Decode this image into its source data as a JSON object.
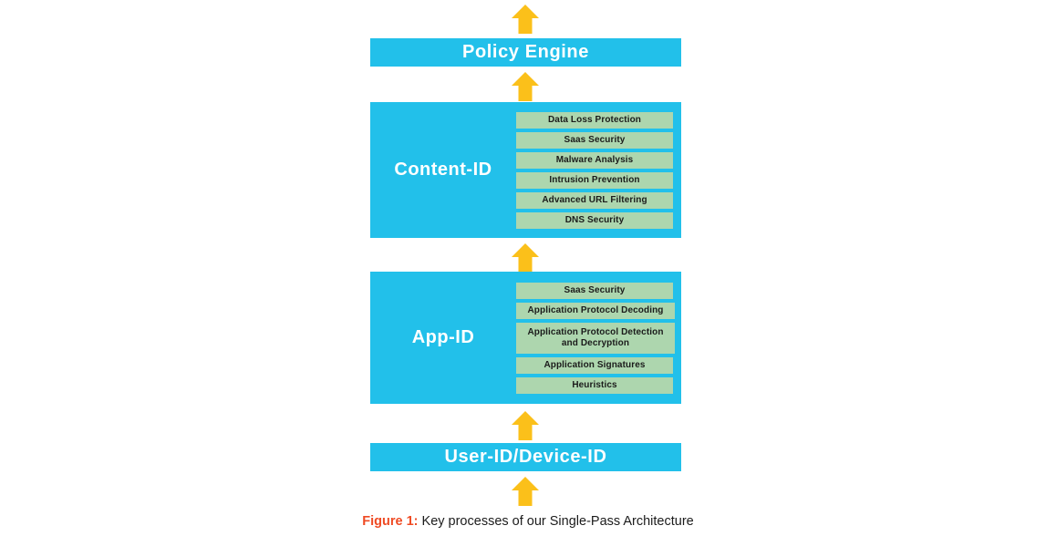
{
  "diagram": {
    "title": "Key processes of our Single-Pass Architecture",
    "colors": {
      "bar_cyan": "#22c0ea",
      "subbox_green": "#add6ae",
      "arrow_gold": "#fbc01a",
      "bar_text": "#ffffff",
      "subbox_text": "#1b1b1b",
      "caption_label": "#ef4b24",
      "caption_text": "#1c1c1c",
      "background": "#ffffff"
    },
    "arrows": {
      "icon": "arrow-up-icon",
      "direction": "up",
      "count": 5
    },
    "stages": [
      {
        "id": "policy-engine",
        "label": "Policy Engine",
        "type": "bar",
        "items": []
      },
      {
        "id": "content-id",
        "label": "Content-ID",
        "type": "group",
        "items": [
          {
            "label": "Data Loss Protection",
            "lines": 1
          },
          {
            "label": "Saas Security",
            "lines": 1
          },
          {
            "label": "Malware Analysis",
            "lines": 1
          },
          {
            "label": "Intrusion Prevention",
            "lines": 1
          },
          {
            "label": "Advanced URL Filtering",
            "lines": 1
          },
          {
            "label": "DNS Security",
            "lines": 1
          }
        ]
      },
      {
        "id": "app-id",
        "label": "App-ID",
        "type": "group",
        "items": [
          {
            "label": "Saas Security",
            "lines": 1
          },
          {
            "label": "Application Protocol Decoding",
            "lines": 1
          },
          {
            "label": "Application Protocol Detection and Decryption",
            "lines": 2
          },
          {
            "label": "Application Signatures",
            "lines": 1
          },
          {
            "label": "Heuristics",
            "lines": 1
          }
        ]
      },
      {
        "id": "user-id-device-id",
        "label": "User-ID/Device-ID",
        "type": "bar",
        "items": []
      }
    ],
    "caption": {
      "figure_label": "Figure 1:",
      "figure_text": " Key processes of our Single-Pass Architecture"
    }
  }
}
